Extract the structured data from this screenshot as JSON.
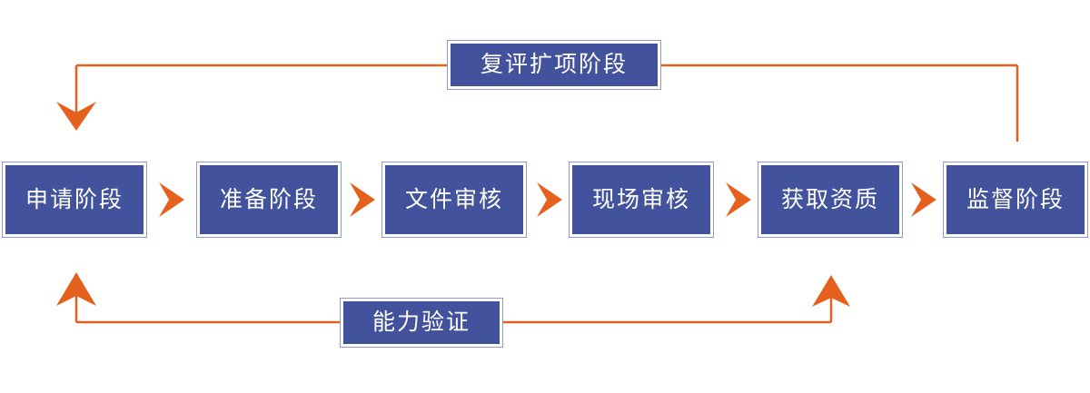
{
  "diagram": {
    "type": "process-flow",
    "title_text": "",
    "colors": {
      "box_fill": "#42529c",
      "box_border": "#8c9bd2",
      "box_text": "#ffffff",
      "connector": "#e4601c",
      "chevron": "#e4601c",
      "background": "#ffffff"
    },
    "stages": [
      {
        "id": "apply",
        "label": "申请阶段"
      },
      {
        "id": "prepare",
        "label": "准备阶段"
      },
      {
        "id": "doc-review",
        "label": "文件审核"
      },
      {
        "id": "site-audit",
        "label": "现场审核"
      },
      {
        "id": "obtain",
        "label": "获取资质"
      },
      {
        "id": "supervise",
        "label": "监督阶段"
      }
    ],
    "feedback_nodes": [
      {
        "id": "reassessment-expansion",
        "label": "复评扩项阶段",
        "position": "top"
      },
      {
        "id": "proficiency-testing",
        "label": "能力验证",
        "position": "bottom"
      }
    ],
    "connectors": [
      {
        "id": "supervise-to-apply",
        "from": "监督阶段",
        "through": "复评扩项阶段",
        "to": "申请阶段",
        "direction": "right-to-left",
        "arrowhead": "down"
      },
      {
        "id": "obtain-to-apply",
        "from": "获取资质",
        "through": "能力验证",
        "to": "申请阶段",
        "direction": "right-to-left",
        "arrowhead": "up"
      }
    ],
    "chevron_count": 5
  }
}
